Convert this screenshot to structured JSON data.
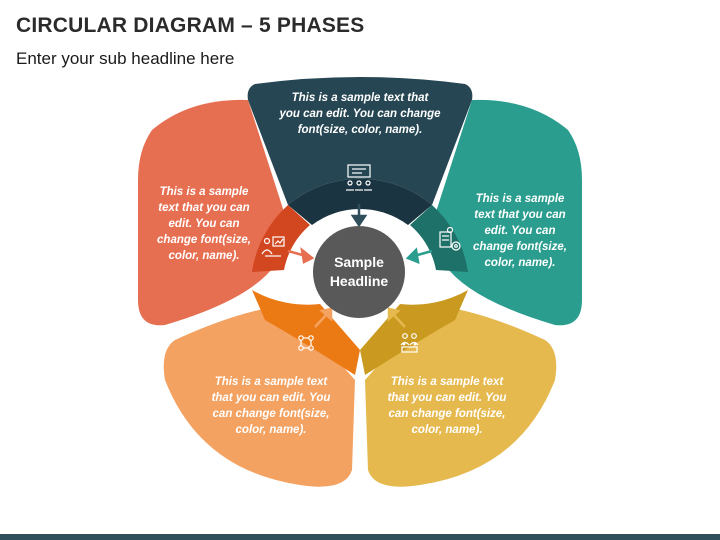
{
  "title": "CIRCULAR DIAGRAM – 5 PHASES",
  "subtitle": "Enter your sub headline here",
  "center": {
    "line1": "Sample",
    "line2": "Headline",
    "color": "#595959"
  },
  "phases": [
    {
      "id": "top",
      "color": "#264653",
      "dark": "#1a3441",
      "icon": "presentation-team-icon",
      "lines": [
        "This is a sample text that",
        "you can edit. You can change",
        "font(size, color, name)."
      ]
    },
    {
      "id": "right",
      "color": "#2a9d8f",
      "dark": "#1e7168",
      "icon": "document-gear-icon",
      "lines": [
        "This is a sample",
        "text that you can",
        "edit. You can",
        "change font(size,",
        "color, name)."
      ]
    },
    {
      "id": "bottom-right",
      "color": "#e6b94f",
      "dark": "#c99a1f",
      "icon": "team-collaboration-icon",
      "lines": [
        "This is a sample text",
        "that you can edit. You",
        "can change font(size,",
        "color, name)."
      ]
    },
    {
      "id": "bottom-left",
      "color": "#f4a261",
      "dark": "#ec7a14",
      "icon": "team-network-icon",
      "lines": [
        "This is a sample text",
        "that you can edit. You",
        "can change font(size,",
        "color, name)."
      ]
    },
    {
      "id": "left",
      "color": "#e76f51",
      "dark": "#d24620",
      "icon": "person-chart-icon",
      "lines": [
        "This is a sample",
        "text that you can",
        "edit. You can",
        "change font(size,",
        "color, name)."
      ]
    }
  ]
}
